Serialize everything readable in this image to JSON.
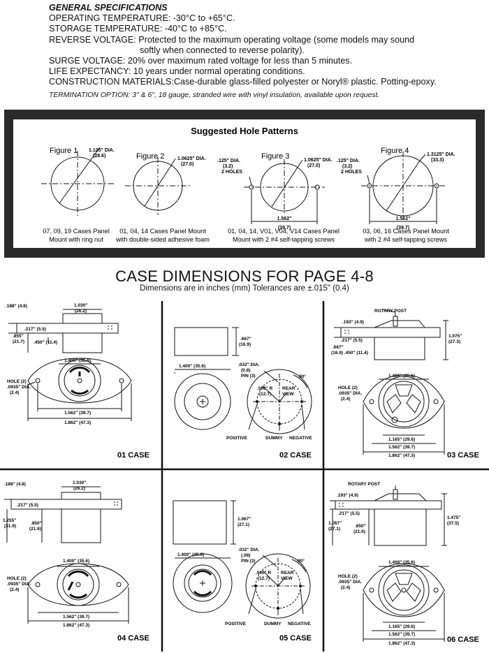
{
  "specs": {
    "heading": "GENERAL SPECIFICATIONS",
    "lines": [
      "OPERATING TEMPERATURE: -30°C to +65°C.",
      "STORAGE TEMPERATURE: -40°C to +85°C.",
      "REVERSE VOLTAGE: Protected to the maximum operating voltage (some models may sound",
      "softly when connected to reverse polarity).",
      "SURGE VOLTAGE: 20% over maximum rated voltage for less than 5 minutes.",
      "LIFE EXPECTANCY: 10 years under normal operating conditions.",
      "CONSTRUCTION MATERIALS:Case-durable glass-filled polyester or Noryl® plastic. Potting-epoxy."
    ],
    "termination": "TERMINATION OPTION: 3\" & 6\", 18 gauge, stranded wire with vinyl insulation, available upon request."
  },
  "holes": {
    "title": "Suggested Hole Patterns",
    "figures": [
      {
        "label": "Figure 1",
        "dia": "1.125\" DIA.",
        "dia_mm": "(28.6)",
        "caption1": "07, 09, 19 Cases Panel",
        "caption2": "Mount with ring nut"
      },
      {
        "label": "Figure 2",
        "dia": "1.0625\" DIA.",
        "dia_mm": "(27.0)",
        "caption1": "01, 04, 14 Cases Panel Mount",
        "caption2": "with double-sided adhesive foam"
      },
      {
        "label": "Figure 3",
        "dia": "1.0625\" DIA.",
        "dia_mm": "(27.0)",
        "hole": ".125\" DIA.",
        "hole_mm": "(3.2)",
        "holes_n": "2 HOLES",
        "span": "1.562\"",
        "span_mm": "(39.7)",
        "caption1": "01, 04, 14, V01, V04, V14 Cases Panel",
        "caption2": "Mount with 2 #4 self-tapping screws"
      },
      {
        "label": "Figure 4",
        "dia": "1.3125\" DIA.",
        "dia_mm": "(33.3)",
        "hole": ".125\" DIA.",
        "hole_mm": "(3.2)",
        "holes_n": "2 HOLES",
        "span": "1.562\"",
        "span_mm": "(39.7)",
        "caption1": "03, 06, 16 Cases Panel Mount",
        "caption2": "with 2 #4 self-tapping screws"
      }
    ]
  },
  "case_title": "CASE DIMENSIONS FOR PAGE 4-8",
  "case_subtitle": "Dimensions are in inches (mm) Tolerances are ±.015\" (0.4)",
  "cases": {
    "c01": {
      "name": "01 CASE",
      "d_top": ".188\" (4.8)",
      "d_w": "1.030\"",
      "d_w_mm": "(26.2)",
      "d_217": ".217\" (5.5)",
      "d_h": ".855\"",
      "d_h_mm": "(21.7)",
      "d_450": ".450\" (11.4)",
      "d_dia": "1.400\" (35.6)",
      "hole": "HOLE (2)",
      "hole2": ".0935\" DIA.",
      "hole3": "(2.4)",
      "d_1562": "1.562\" (39.7)",
      "d_1862": "1.862\" (47.3)"
    },
    "c02": {
      "name": "02 CASE",
      "d_h": ".667\"",
      "d_h_mm": "(16.9)",
      "d_dia": "1.400\" (35.6)",
      "pin1": ".032\" DIA.",
      "pin2": "(0.8)",
      "pin3": "PIN (3)",
      "r": ".500\" R",
      "r_mm": "(12.7)",
      "rear1": "REAR",
      "rear2": "VIEW",
      "angle": "90°",
      "pos": "POSITIVE",
      "dummy": "DUMMY",
      "neg": "NEGATIVE"
    },
    "c03": {
      "name": "03 CASE",
      "post": "ROTARY POST",
      "d_193": ".193\" (4.9)",
      "d_217": ".217\" (5.5)",
      "d_667": ".667\"",
      "d_667b": "(16.9) .450\" (11.4)",
      "d_h": "1.075\"",
      "d_h_mm": "(27.3)",
      "d_dia": "1.400\" (35.6)",
      "hole": "HOLE (2)",
      "hole2": ".0935\" DIA.",
      "hole3": "(2.4)",
      "d_1165": "1.165\" (29.6)",
      "d_1562": "1.562\" (39.7)",
      "d_1862": "1.862\" (47.3)"
    },
    "c04": {
      "name": "04 CASE",
      "d_top": ".188\" (4.8)",
      "d_w": "1.030\"",
      "d_w_mm": "(26.2)",
      "d_217": ".217\" (5.5)",
      "d_1255": "1.255\"",
      "d_1255_mm": "(31.9)",
      "d_850": ".850\"",
      "d_850_mm": "(21.6)",
      "d_dia": "1.400\" (35.6)",
      "hole": "HOLE (2)",
      "hole2": ".0935\" DIA.",
      "hole3": "(2.4)",
      "d_1562": "1.562\" (39.7)",
      "d_1862": "1.862\" (47.3)"
    },
    "c05": {
      "name": "05 CASE",
      "d_h": "1.067\"",
      "d_h_mm": "(27.1)",
      "d_dia": "1.400\" (35.6)",
      "pin1": ".032\" DIA.",
      "pin2": "(.08)",
      "pin3": "PIN (3)",
      "r": ".500\" R",
      "r_mm": "(12.7)",
      "rear1": "REAR",
      "rear2": "VIEW",
      "angle": "90°",
      "pos": "POSITIVE",
      "dummy": "DUMMY",
      "neg": "NEGATIVE"
    },
    "c06": {
      "name": "06 CASE",
      "post": "ROTARY POST",
      "d_193": ".193\" (4.9)",
      "d_217": ".217\" (5.5)",
      "d_1067": "1.067\"",
      "d_1067_mm": "(27.1)",
      "d_850": ".850\"",
      "d_850_mm": "(21.6)",
      "d_h": "1.475\"",
      "d_h_mm": "(37.5)",
      "d_dia": "1.400\" (35.6)",
      "hole": "HOLE (2)",
      "hole2": ".0935\" DIA.",
      "hole3": "(2.4)",
      "d_1165": "1.165\" (29.6)",
      "d_1562": "1.562\" (39.7)",
      "d_1862": "1.862\" (47.3)"
    }
  }
}
